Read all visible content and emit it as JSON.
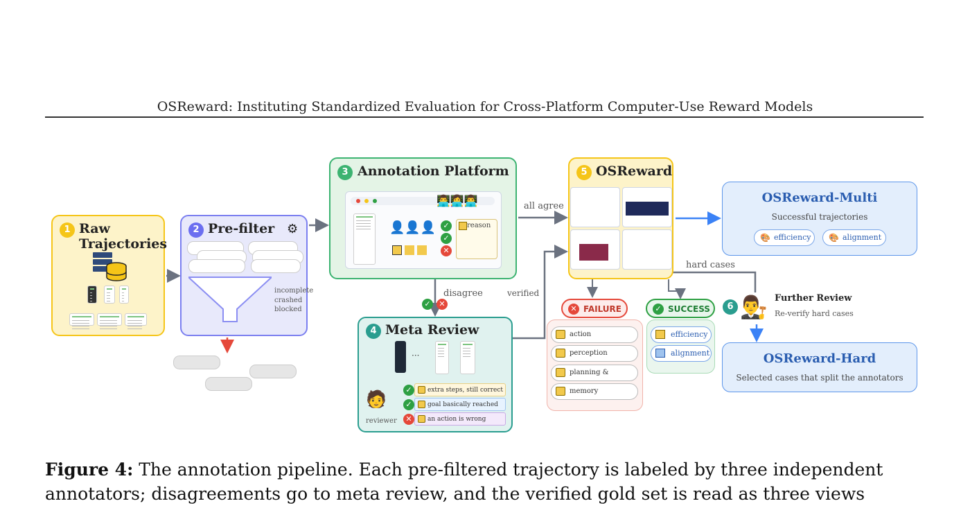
{
  "header": {
    "running_title": "OSReward: Instituting Standardized Evaluation for Cross-Platform Computer-Use Reward Models"
  },
  "colors": {
    "raw": "#f5c518",
    "prefilter": "#6b6ef0",
    "annotation": "#3cb371",
    "meta": "#2a9d8f",
    "osreward": "#f5c518",
    "multi": "#3b82f6",
    "hard": "#3b82f6",
    "failure": "#e5483a",
    "success": "#2ea043"
  },
  "stages": {
    "raw": {
      "num": "1",
      "title_line1": "Raw",
      "title_line2": "Trajectories"
    },
    "prefilter": {
      "num": "2",
      "title": "Pre-filter",
      "filters": [
        "incomplete",
        "crashed",
        "blocked"
      ]
    },
    "annotation": {
      "num": "3",
      "title": "Annotation Platform",
      "reason_label": "reason"
    },
    "meta": {
      "num": "4",
      "title": "Meta Review",
      "reviewer_label": "reviewer",
      "verdicts": [
        "extra steps, still correct",
        "goal basically reached",
        "an action is wrong"
      ],
      "ellipsis": "···"
    },
    "osreward": {
      "num": "5",
      "title": "OSReward"
    },
    "further": {
      "num": "6",
      "title": "Further Review",
      "subtitle": "Re-verify hard cases"
    }
  },
  "flows": {
    "all_agree": "all agree",
    "disagree": "disagree",
    "verified": "verified",
    "hard_cases": "hard cases"
  },
  "outcomes": {
    "failure": {
      "label": "FAILURE",
      "items": [
        "action",
        "perception",
        "planning & reasoning",
        "memory"
      ]
    },
    "success": {
      "label": "SUCCESS",
      "items": [
        "efficiency",
        "alignment"
      ]
    }
  },
  "views": {
    "multi": {
      "title": "OSReward-Multi",
      "subtitle": "Successful trajectories",
      "chips": [
        "efficiency",
        "alignment"
      ]
    },
    "hard": {
      "title": "OSReward-Hard",
      "subtitle": "Selected cases that split the annotators"
    }
  },
  "caption": {
    "label": "Figure 4:",
    "text": " The annotation pipeline. Each pre-filtered trajectory is labeled by three independent annotators; disagreements go to meta review, and the verified gold set is read as three views"
  }
}
